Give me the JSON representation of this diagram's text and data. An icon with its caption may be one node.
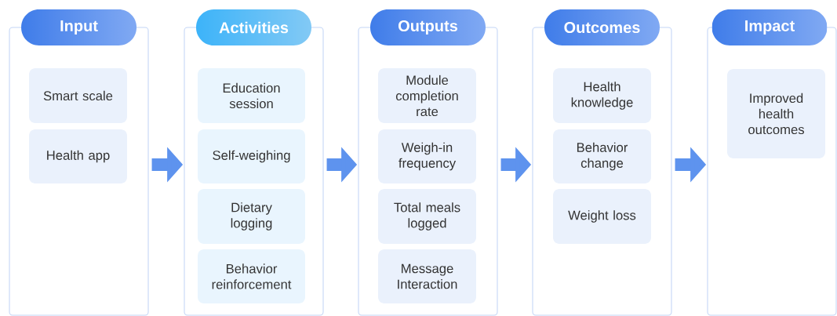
{
  "diagram": {
    "nodes": [
      {
        "text": [
          "Input"
        ]
      },
      {
        "text": [
          "Smart scale"
        ],
        "in": 0
      },
      {
        "text": [
          "Health app"
        ],
        "in": 0
      },
      {
        "text": [
          "Activities"
        ]
      },
      {
        "text": [
          "Education session"
        ],
        "in": 3
      },
      {
        "text": [
          "Self-weighing"
        ],
        "in": 3
      },
      {
        "text": [
          "Dietary logging"
        ],
        "in": 3
      },
      {
        "text": [
          "Behavior reinforcement"
        ],
        "in": 3
      },
      {
        "text": [
          "Outputs"
        ]
      },
      {
        "text": [
          "Module completion rate"
        ],
        "in": 8
      },
      {
        "text": [
          "Weigh-in frequency"
        ],
        "in": 8
      },
      {
        "text": [
          "Total meals logged"
        ],
        "in": 8
      },
      {
        "text": [
          "Message Interaction"
        ],
        "in": 8
      },
      {
        "text": [
          "Outcomes"
        ]
      },
      {
        "text": [
          "Health knowledge"
        ],
        "in": 13
      },
      {
        "text": [
          "Behavior change"
        ],
        "in": 13
      },
      {
        "text": [
          "Weight loss"
        ],
        "in": 13
      },
      {
        "text": [
          "Impact"
        ]
      },
      {
        "text": [
          "Improved health outcomes"
        ],
        "in": 17
      }
    ],
    "edges": [
      {
        "from": 0,
        "to": 3,
        "arrow": "to"
      },
      {
        "from": 3,
        "to": 8,
        "arrow": "to"
      },
      {
        "from": 8,
        "to": 13,
        "arrow": "to"
      },
      {
        "from": 13,
        "to": 17,
        "arrow": "to"
      }
    ]
  }
}
